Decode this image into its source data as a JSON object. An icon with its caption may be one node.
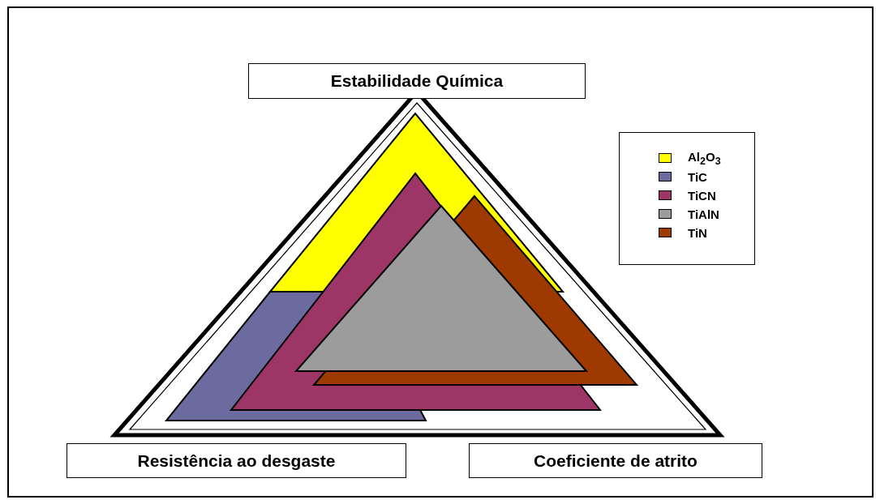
{
  "diagram": {
    "nodes": [
      {
        "text": [
          "Estabilidade Química"
        ]
      },
      {
        "text": [
          "Resistência ao desgaste"
        ]
      },
      {
        "text": [
          "Coeficiente de atrito"
        ]
      }
    ],
    "edges": [],
    "legend": [
      {
        "text": "Al$_{2}$O$_{3}$",
        "color": "#ffff00"
      },
      {
        "text": "TiC",
        "color": "#6b6b9f"
      },
      {
        "text": "TiCN",
        "color": "#9e3567"
      },
      {
        "text": "TiAlN",
        "color": "#9c9c9c"
      },
      {
        "text": "TiN",
        "color": "#9e3a00"
      }
    ]
  }
}
